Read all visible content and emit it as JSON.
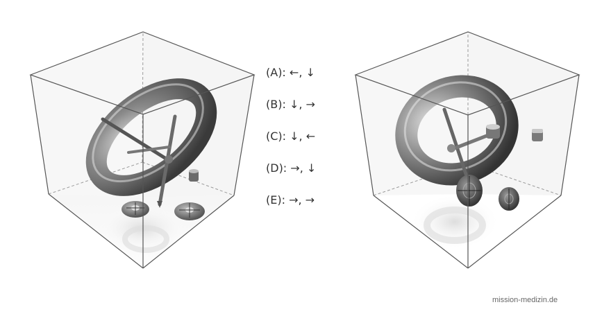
{
  "options": [
    {
      "label": "(A): ←, ↓"
    },
    {
      "label": "(B): ↓, →"
    },
    {
      "label": "(C): ↓, ←"
    },
    {
      "label": "(D): →, ↓"
    },
    {
      "label": "(E): →, →"
    }
  ],
  "watermark": "mission-medizin.de"
}
